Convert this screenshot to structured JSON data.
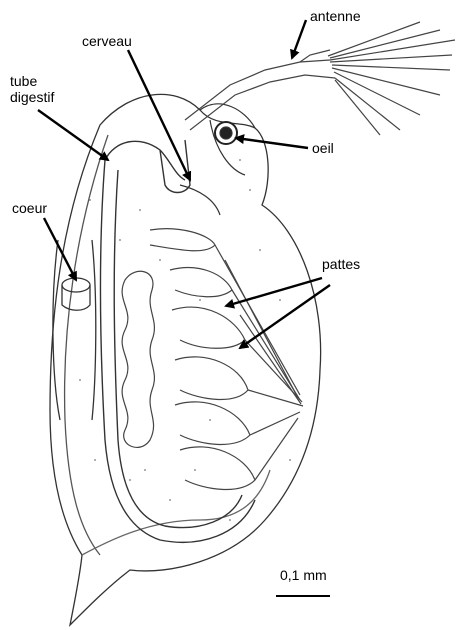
{
  "labels": {
    "antenne": "antenne",
    "cerveau": "cerveau",
    "tube": "tube",
    "digestif": "digestif",
    "oeil": "oeil",
    "coeur": "coeur",
    "pattes": "pattes"
  },
  "scale": {
    "text": "0,1 mm"
  }
}
